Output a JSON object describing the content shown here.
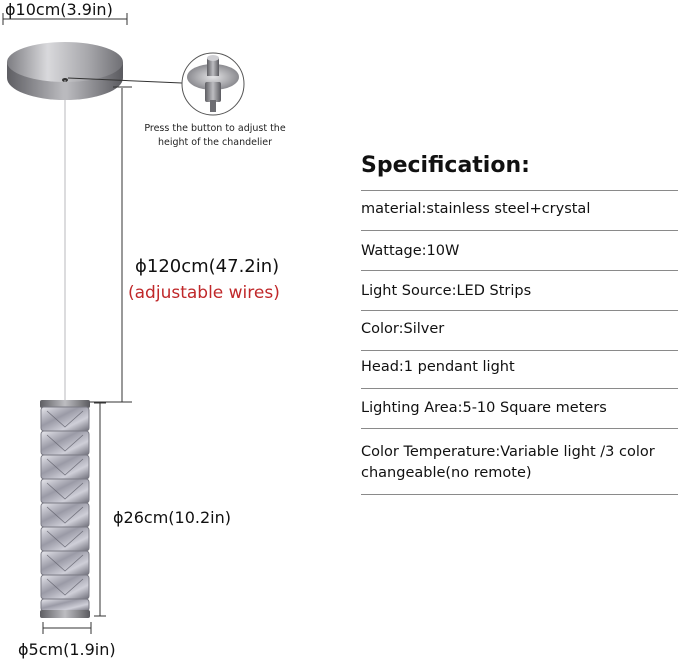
{
  "dimensions": {
    "canopy_diameter": "ϕ10cm(3.9in)",
    "wire_length": "ϕ120cm(47.2in)",
    "wire_note": "(adjustable wires)",
    "pendant_height": "ϕ26cm(10.2in)",
    "pendant_width": "ϕ5cm(1.9in)"
  },
  "button_note": {
    "line1": "Press the button to adjust the",
    "line2": "height of the chandelier"
  },
  "specification": {
    "title": "Specification:",
    "items": [
      "material:stainless steel+crystal",
      "Wattage:10W",
      "Light Source:LED Strips",
      "Color:Silver",
      "Head:1 pendant light",
      "Lighting Area:5-10 Square meters",
      "Color Temperature:Variable light /3 color changeable(no remote)"
    ]
  },
  "colors": {
    "accent_red": "#c0282a",
    "chrome": "#9a9a9e"
  }
}
